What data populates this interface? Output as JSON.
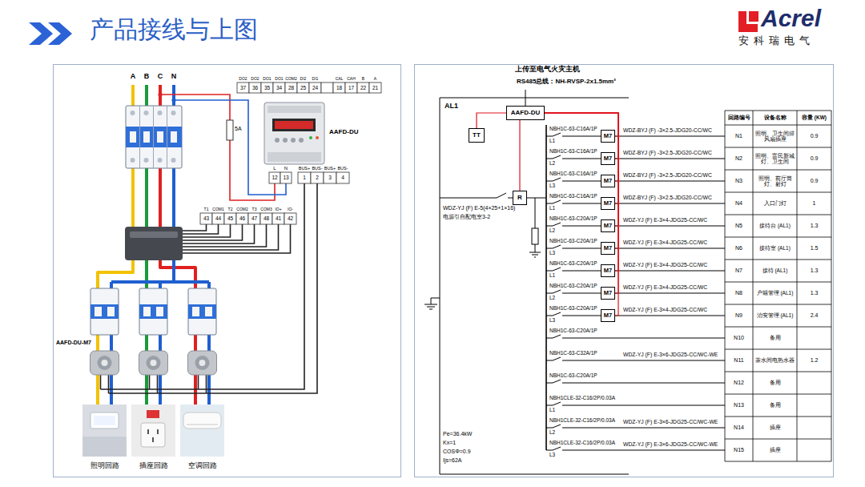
{
  "diagram": {
    "title": "产品接线与上图",
    "nodes": [
      {
        "text": [
          "AAFD-DU"
        ]
      },
      {
        "text": [
          "TT"
        ]
      },
      {
        "text": [
          "R"
        ]
      },
      {
        "text": [
          "M7"
        ]
      },
      {
        "text": [
          "M7"
        ]
      },
      {
        "text": [
          "M7"
        ]
      },
      {
        "text": [
          "M7"
        ]
      },
      {
        "text": [
          "M7"
        ]
      },
      {
        "text": [
          "M7"
        ]
      },
      {
        "text": [
          "M7"
        ]
      },
      {
        "text": [
          "M7"
        ]
      },
      {
        "text": [
          "M7"
        ]
      }
    ],
    "edges": [
      {
        "from": 0,
        "to": 1,
        "arrow": "none"
      },
      {
        "from": 0,
        "to": 2,
        "arrow": "none"
      },
      {
        "from": 0,
        "to": 3,
        "arrow": "none"
      },
      {
        "from": 0,
        "to": 4,
        "arrow": "none"
      },
      {
        "from": 0,
        "to": 5,
        "arrow": "none"
      },
      {
        "from": 0,
        "to": 6,
        "arrow": "none"
      },
      {
        "from": 0,
        "to": 7,
        "arrow": "none"
      },
      {
        "from": 0,
        "to": 8,
        "arrow": "none"
      },
      {
        "from": 0,
        "to": 9,
        "arrow": "none"
      },
      {
        "from": 0,
        "to": 10,
        "arrow": "none"
      },
      {
        "from": 0,
        "to": 11,
        "arrow": "none"
      }
    ],
    "labels": [
      "Acrel",
      "安科瑞电气",
      "A",
      "B",
      "C",
      "N",
      "DO2",
      "DO2",
      "DO1",
      "DO1",
      "COM2",
      "DI2",
      "DI1",
      "CAL",
      "CAH",
      "B",
      "A",
      "37",
      "36",
      "35",
      "34",
      "28",
      "25",
      "24",
      "18",
      "17",
      "22",
      "21",
      "5A",
      "AAFD-DU",
      "L",
      "N",
      "12",
      "13",
      "BUS+",
      "BUS-",
      "BUS+",
      "BUS-",
      "1",
      "2",
      "3",
      "4",
      "T1",
      "COM1",
      "T2",
      "COM2",
      "T3",
      "COM3",
      "IO+",
      "IO-",
      "43",
      "44",
      "45",
      "46",
      "47",
      "48",
      "41",
      "42",
      "AAFD-DU-M7",
      "照明回路",
      "插座回路",
      "空调回路",
      "上传至电气火灾主机",
      "RS485总线：NH-RVSP-2x1.5mm²",
      "AL1",
      "WDZ-YJ (F) E-5(4×25+1×16)",
      "电源引自配电室3-2",
      "Pe=36.4kW",
      "Kx=1",
      "COSΦ=0.9",
      "Ijs=62A",
      "NBH1C-63-C16A/1P",
      "NBH1C-63-C16A/1P",
      "NBH1C-63-C16A/1P",
      "NBH1C-63-C16A/1P",
      "NBH1C-63-C20A/1P",
      "NBH1C-63-C20A/1P",
      "NBH1C-63-C20A/1P",
      "NBH1C-63-C20A/1P",
      "NBH1C-63-C20A/1P",
      "NBH1C-63-C20A/1P",
      "NBH1C-63-C32A/1P",
      "NBH1C-63-C20A/1P",
      "NBH1CLE-32-C16/2P/0.03A",
      "NBH1CLE-32-C16/2P/0.03A",
      "NBH1CLE-32-C16/2P/0.03A",
      "L1",
      "L2",
      "L3",
      "L1",
      "L2",
      "L3",
      "L1",
      "L2",
      "L3",
      "L1",
      "L2",
      "L3",
      "WDZ-BYJ (F) -3×2.5-JDG20-CC/WC",
      "WDZ-BYJ (F) -3×2.5-JDG20-CC/WC",
      "WDZ-BYJ (F) -3×2.5-JDG20-CC/WC",
      "WDZ-BYJ (F) -3×2.5-JDG20-CC/WC",
      "WDZ-YJ (F) E-3×4-JDG25-CC/WC",
      "WDZ-YJ (F) E-3×4-JDG25-CC/WC",
      "WDZ-YJ (F) E-3×4-JDG25-CC/WC",
      "WDZ-YJ (F) E-3×4-JDG25-CC/WC",
      "WDZ-YJ (F) E-3×4-JDG25-CC/WC",
      "WDZ-YJ (F) E-3×6-JDG25-CC/WC-WE",
      "WDZ-YJ (F) E-3×6-JDG25-CC/WC-WE",
      "WDZ-YJ (F) E-3×6-JDG25-CC/WC-WE",
      "回路编号",
      "设备名称",
      "容量 (KW)",
      "N1",
      "N2",
      "N3",
      "N4",
      "N5",
      "N6",
      "N7",
      "N8",
      "N9",
      "N10",
      "N11",
      "N12",
      "N13",
      "N14",
      "N15",
      "照明、卫生间排风扇插座",
      "照明、富民新城灯、卫生间",
      "照明、前厅筒灯、射灯",
      "入口门灯",
      "接待台 (AL1)",
      "接待室 (AL1)",
      "接待 (AL1)",
      "户籍管理 (AL1)",
      "治安管理 (AL1)",
      "备用",
      "茶水间电热水器",
      "备用",
      "备用",
      "插座",
      "插座",
      "0.9",
      "0.9",
      "0.9",
      "1",
      "1.3",
      "1.5",
      "1.3",
      "1.3",
      "2.4",
      "1.2"
    ]
  }
}
